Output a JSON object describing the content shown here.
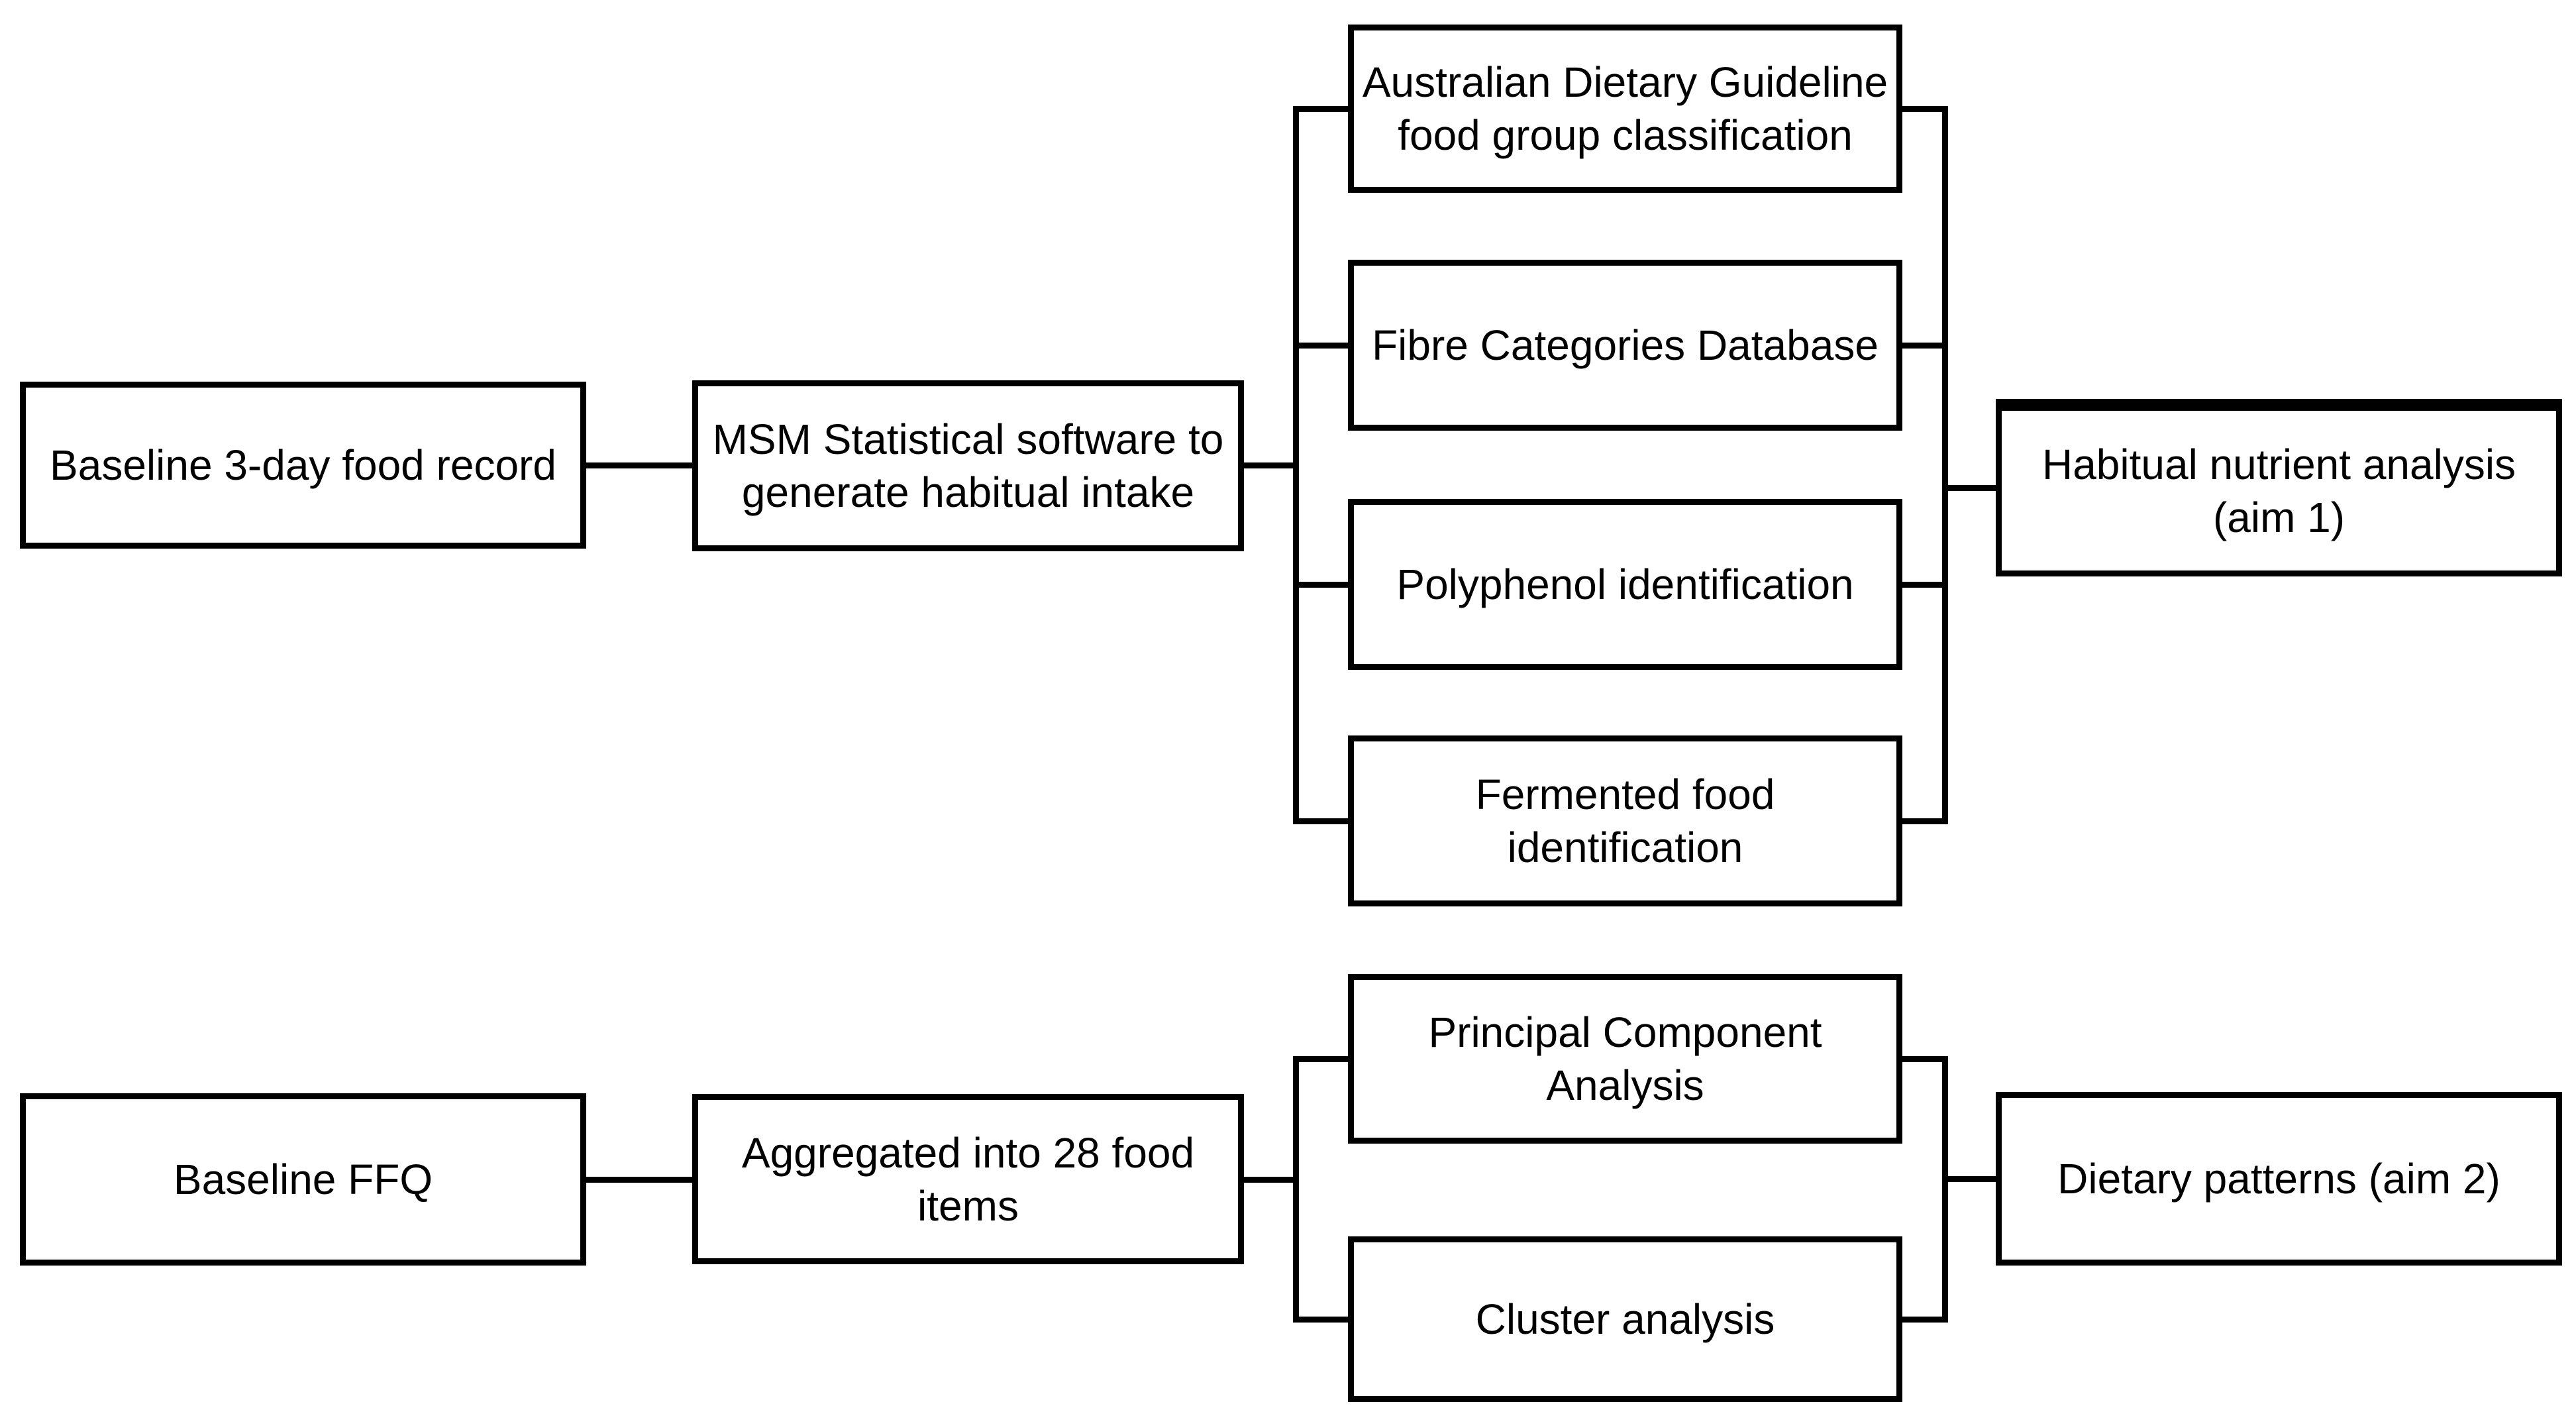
{
  "diagram": {
    "background_color": "#ffffff",
    "line_color": "#000000",
    "box_border_color": "#000000",
    "nodes": {
      "baseline_food_record": {
        "label": "Baseline 3-day food record"
      },
      "msm_software": {
        "label": "MSM Statistical software to\ngenerate habitual intake"
      },
      "adg_food_group": {
        "label": "Australian Dietary Guideline\nfood group classification"
      },
      "fibre_categories": {
        "label": "Fibre Categories Database"
      },
      "polyphenol_identification": {
        "label": "Polyphenol identification"
      },
      "fermented_food": {
        "label": "Fermented food\nidentification"
      },
      "habitual_nutrient_analysis": {
        "label": "Habitual nutrient analysis\n(aim 1)"
      },
      "baseline_ffq": {
        "label": "Baseline FFQ"
      },
      "aggregated_food_items": {
        "label": "Aggregated into 28 food\nitems"
      },
      "principal_component_analysis": {
        "label": "Principal Component\nAnalysis"
      },
      "cluster_analysis": {
        "label": "Cluster analysis"
      },
      "dietary_patterns": {
        "label": "Dietary patterns (aim 2)"
      }
    },
    "edges": [
      "baseline_food_record -> msm_software",
      "msm_software -> adg_food_group",
      "msm_software -> fibre_categories",
      "msm_software -> polyphenol_identification",
      "msm_software -> fermented_food",
      "adg_food_group -> habitual_nutrient_analysis",
      "fibre_categories -> habitual_nutrient_analysis",
      "polyphenol_identification -> habitual_nutrient_analysis",
      "fermented_food -> habitual_nutrient_analysis",
      "baseline_ffq -> aggregated_food_items",
      "aggregated_food_items -> principal_component_analysis",
      "aggregated_food_items -> cluster_analysis",
      "principal_component_analysis -> dietary_patterns",
      "cluster_analysis -> dietary_patterns"
    ]
  }
}
